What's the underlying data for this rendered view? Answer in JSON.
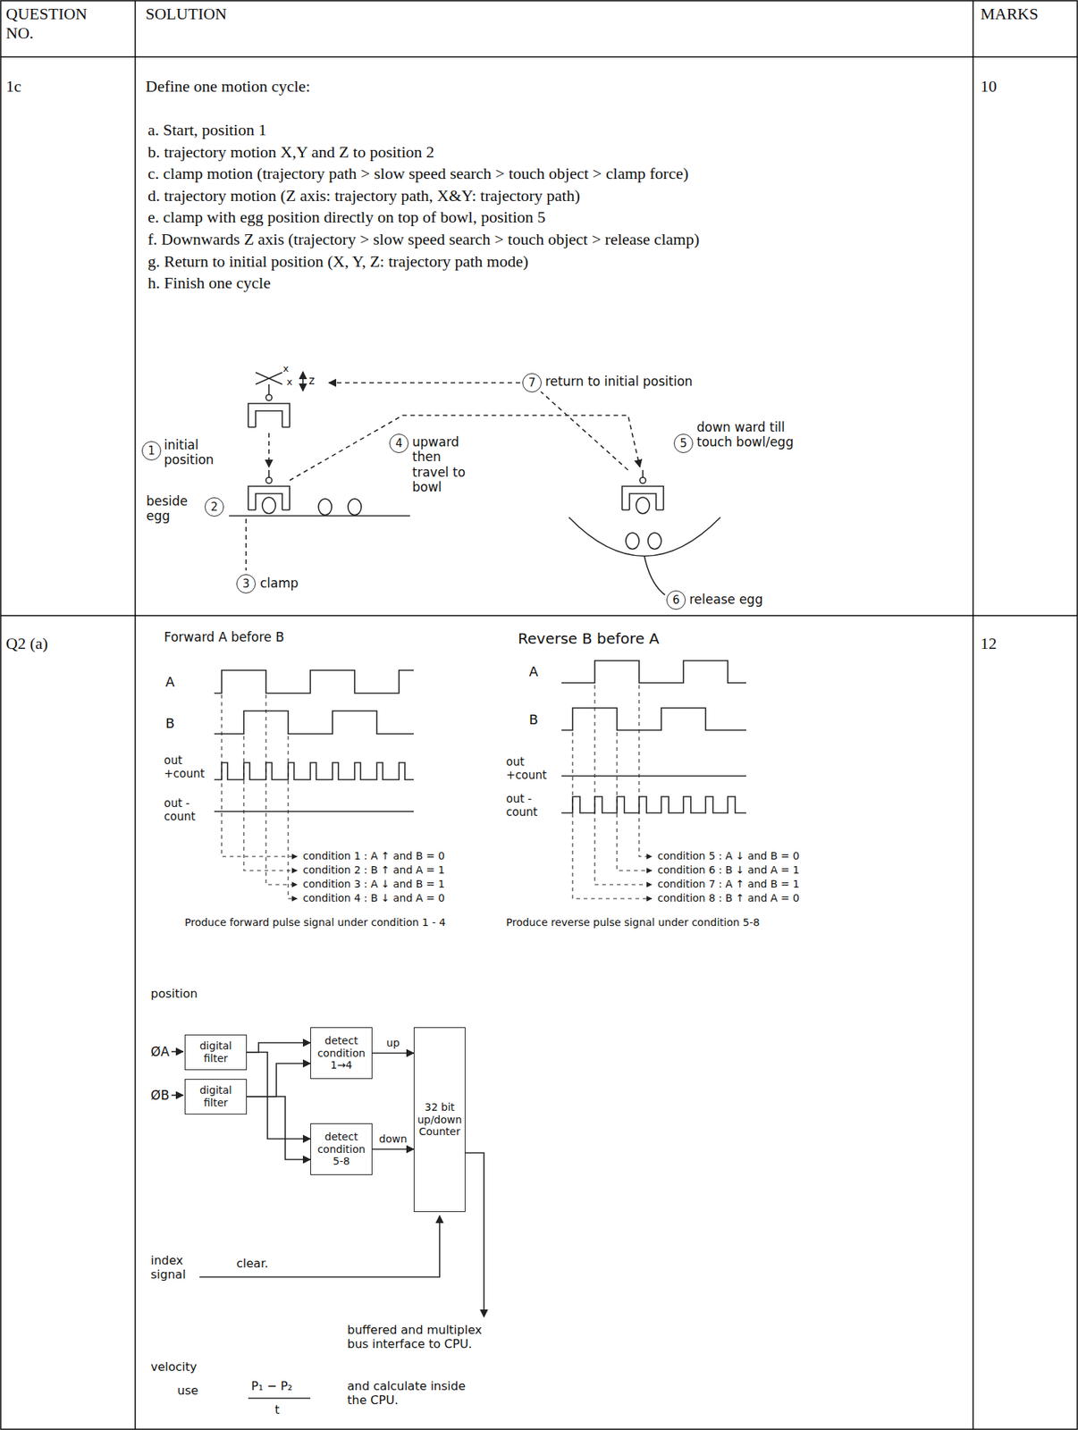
{
  "diagram": {
    "nodes": [
      {
        "text": [
          "1"
        ]
      },
      {
        "text": [
          "2"
        ]
      },
      {
        "text": [
          "3"
        ]
      },
      {
        "text": [
          "4"
        ]
      },
      {
        "text": [
          "5"
        ]
      },
      {
        "text": [
          "6"
        ]
      },
      {
        "text": [
          "7"
        ]
      },
      {
        "text": [
          "digital filter"
        ]
      },
      {
        "text": [
          "digital filter"
        ]
      },
      {
        "text": [
          "detect condition 1→4"
        ]
      },
      {
        "text": [
          "detect condition 5-8"
        ]
      },
      {
        "text": [
          "32 bit up/down Counter"
        ]
      }
    ],
    "edges": [
      {
        "from": 7,
        "to": 9,
        "arrow": "to"
      },
      {
        "from": 7,
        "to": 10,
        "arrow": "to"
      },
      {
        "from": 8,
        "to": 9,
        "arrow": "to"
      },
      {
        "from": 8,
        "to": 10,
        "arrow": "to"
      },
      {
        "from": 9,
        "to": 11,
        "label": "up",
        "arrow": "to"
      },
      {
        "from": 10,
        "to": 11,
        "label": "down",
        "arrow": "to"
      }
    ],
    "labels": [
      "QUESTION NO.",
      "SOLUTION",
      "MARKS",
      "1c",
      "Define one motion cycle:",
      "a. Start, position 1",
      "b. trajectory motion X,Y and Z to position 2",
      "c. clamp motion (trajectory path > slow speed search > touch object > clamp force)",
      "d. trajectory motion (Z axis: trajectory path, X&Y: trajectory path)",
      "e. clamp with egg position directly on top of bowl, position 5",
      "f. Downwards Z axis (trajectory > slow speed search > touch object > release clamp)",
      "g. Return to initial position (X, Y, Z: trajectory path mode)",
      "h. Finish one cycle",
      "10",
      "x",
      "x",
      "z",
      "initial position",
      "beside egg",
      "clamp",
      "upward then travel to bowl",
      "down ward till touch bowl/egg",
      "release egg",
      "return to initial position",
      "Q2 (a)",
      "12",
      "Forward A before B",
      "A",
      "B",
      "out +count",
      "out -count",
      "condition 1 : A ↑ and B = 0",
      "condition 2 : B ↑ and A = 1",
      "condition 3 : A ↓ and B = 1",
      "condition 4 : B ↓ and A = 0",
      "Produce forward pulse signal under condition 1 - 4",
      "Reverse B before A",
      "A",
      "B",
      "out +count",
      "out -count",
      "condition 5 : A ↓ and B = 0",
      "condition 6 : B ↓ and A = 1",
      "condition 7 : A ↑ and B = 1",
      "condition 8 : B ↑ and A = 0",
      "Produce reverse pulse signal under condition 5-8",
      "position",
      "ØA",
      "ØB",
      "index signal",
      "clear.",
      "buffered and multiplex bus interface to CPU.",
      "velocity",
      "use",
      "P₁ − P₂",
      "t",
      "and calculate inside the CPU."
    ]
  }
}
